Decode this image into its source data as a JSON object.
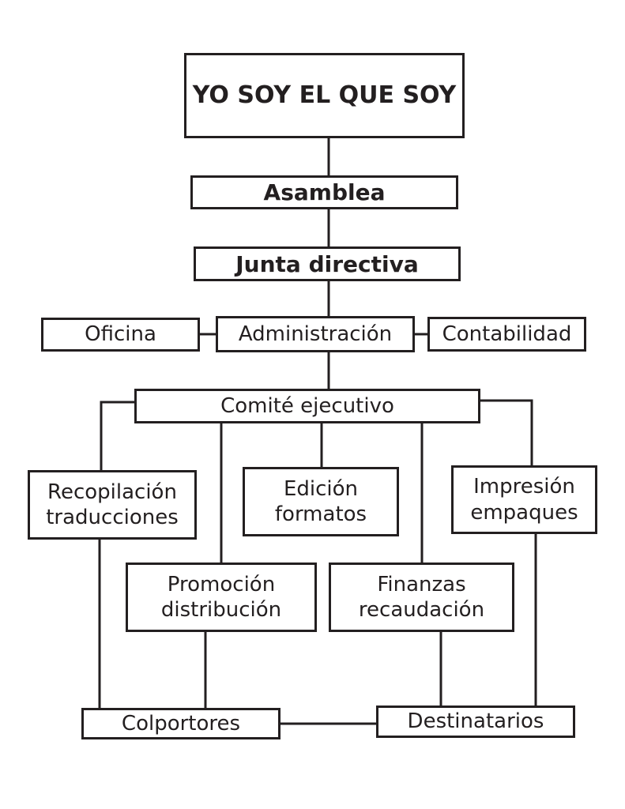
{
  "nodes": {
    "top": "YO SOY EL QUE SOY",
    "asamblea": "Asamblea",
    "junta": "Junta directiva",
    "oficina": "Oficina",
    "administracion": "Administración",
    "contabilidad": "Contabilidad",
    "comite": "Comité ejecutivo",
    "recopilacion": [
      "Recopilación",
      "traducciones"
    ],
    "edicion": [
      "Edición",
      "formatos"
    ],
    "impresion": [
      "Impresión",
      "empaques"
    ],
    "promocion": [
      "Promoción",
      "distribución"
    ],
    "finanzas": [
      "Finanzas",
      "recaudación"
    ],
    "colportores": "Colportores",
    "destinatarios": "Destinatarios"
  }
}
